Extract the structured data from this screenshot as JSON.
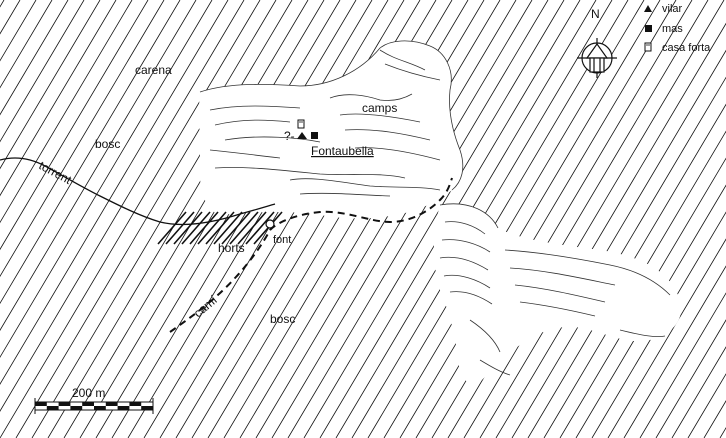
{
  "map": {
    "labels": {
      "carena": "carena",
      "bosc_left": "bosc",
      "torrent": "torrent",
      "horts": "horts",
      "font": "font",
      "cami": "camí",
      "bosc_bottom": "bosc",
      "camps": "camps",
      "fontaubella": "Fontaubella",
      "question": "?-"
    },
    "north": "N",
    "legend": [
      {
        "symbol": "triangle-icon",
        "label": "vilar"
      },
      {
        "symbol": "square-icon",
        "label": "mas"
      },
      {
        "symbol": "tower-icon",
        "label": "casa forta"
      }
    ],
    "scale": {
      "label": "200 m"
    },
    "colors": {
      "ink": "#111111",
      "background": "#ffffff"
    }
  }
}
